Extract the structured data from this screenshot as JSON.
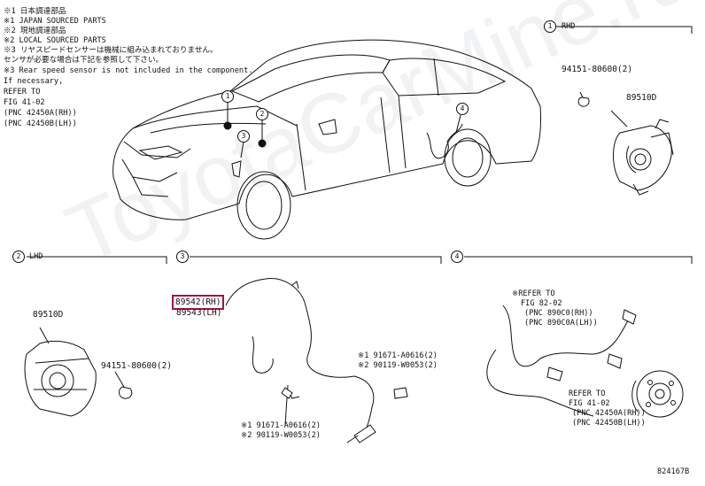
{
  "watermark": "ToyotaCarMine.ru",
  "notes": [
    "※1 日本調達部品",
    "※1 JAPAN SOURCED PARTS",
    "※2 現地調達部品",
    "※2 LOCAL SOURCED PARTS",
    "※3 リヤスピードセンサーは機械に組み込まれておりません。",
    "    センサが必要な場合は下記を参照して下さい。",
    "※3 Rear speed sensor is not included in the component.",
    "    If necessary,",
    "    REFER TO",
    "    FIG 41-02",
    "    (PNC 42450A(RH))",
    "    (PNC 42450B(LH))"
  ],
  "sections": {
    "s1": {
      "num": "1",
      "label": "RHD"
    },
    "s2": {
      "num": "2",
      "label": "LHD"
    },
    "s3": {
      "num": "3",
      "label": ""
    },
    "s4": {
      "num": "4",
      "label": ""
    }
  },
  "car_callouts": [
    "1",
    "2",
    "3",
    "4"
  ],
  "parts": {
    "s1_grommet": "94151-80600(2)",
    "s1_assy": "89510D",
    "s2_assy": "89510D",
    "s2_grommet": "94151-80600(2)",
    "sensor_rh": "89542(RH)",
    "sensor_lh": "89543(LH)",
    "bolt_a1": "※1 91671-A0616(2)",
    "bolt_a2": "※2 90119-W0053(2)",
    "bolt_b1": "※1 91671-A0616(2)",
    "bolt_b2": "※2 90119-W0053(2)",
    "ref1": [
      "※REFER TO",
      "FIG 82-02",
      "(PNC 890C0(RH))",
      "(PNC 890C0A(LH))"
    ],
    "ref2": [
      "REFER TO",
      "FIG 41-02",
      "(PNC 42450A(RH))",
      "(PNC 42450B(LH))"
    ]
  },
  "diagram_code": "824167B"
}
